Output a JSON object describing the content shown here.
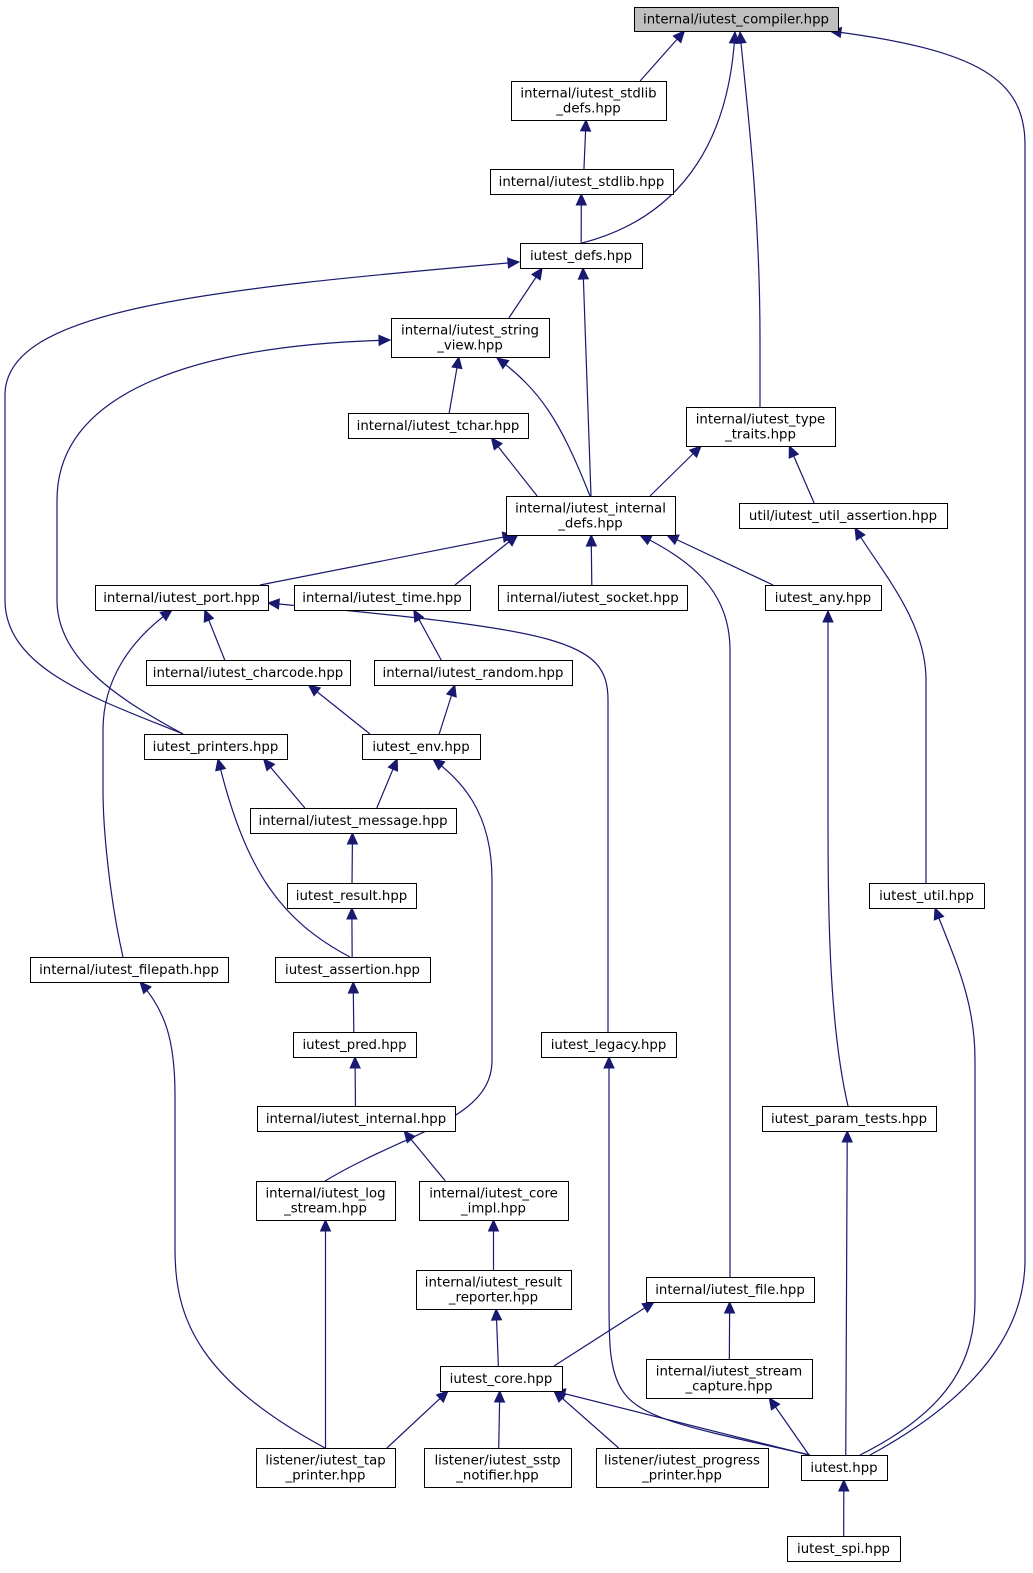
{
  "colors": {
    "edge": "#191970",
    "root_fill": "#bfbfbf",
    "node_fill": "#ffffff",
    "node_border": "#000000"
  },
  "nodes": [
    {
      "id": "compiler",
      "lines": [
        "internal/iutest_compiler.hpp"
      ],
      "highlight": true
    },
    {
      "id": "stdlib_defs",
      "lines": [
        "internal/iutest_stdlib",
        "_defs.hpp"
      ]
    },
    {
      "id": "stdlib",
      "lines": [
        "internal/iutest_stdlib.hpp"
      ]
    },
    {
      "id": "defs",
      "lines": [
        "iutest_defs.hpp"
      ]
    },
    {
      "id": "string_view",
      "lines": [
        "internal/iutest_string",
        "_view.hpp"
      ]
    },
    {
      "id": "tchar",
      "lines": [
        "internal/iutest_tchar.hpp"
      ]
    },
    {
      "id": "type_traits",
      "lines": [
        "internal/iutest_type",
        "_traits.hpp"
      ]
    },
    {
      "id": "internal_defs",
      "lines": [
        "internal/iutest_internal",
        "_defs.hpp"
      ]
    },
    {
      "id": "util_assertion",
      "lines": [
        "util/iutest_util_assertion.hpp"
      ]
    },
    {
      "id": "port",
      "lines": [
        "internal/iutest_port.hpp"
      ]
    },
    {
      "id": "time",
      "lines": [
        "internal/iutest_time.hpp"
      ]
    },
    {
      "id": "socket",
      "lines": [
        "internal/iutest_socket.hpp"
      ]
    },
    {
      "id": "any",
      "lines": [
        "iutest_any.hpp"
      ]
    },
    {
      "id": "charcode",
      "lines": [
        "internal/iutest_charcode.hpp"
      ]
    },
    {
      "id": "random",
      "lines": [
        "internal/iutest_random.hpp"
      ]
    },
    {
      "id": "printers",
      "lines": [
        "iutest_printers.hpp"
      ]
    },
    {
      "id": "env",
      "lines": [
        "iutest_env.hpp"
      ]
    },
    {
      "id": "message",
      "lines": [
        "internal/iutest_message.hpp"
      ]
    },
    {
      "id": "result",
      "lines": [
        "iutest_result.hpp"
      ]
    },
    {
      "id": "util",
      "lines": [
        "iutest_util.hpp"
      ]
    },
    {
      "id": "filepath",
      "lines": [
        "internal/iutest_filepath.hpp"
      ]
    },
    {
      "id": "assertion",
      "lines": [
        "iutest_assertion.hpp"
      ]
    },
    {
      "id": "pred",
      "lines": [
        "iutest_pred.hpp"
      ]
    },
    {
      "id": "legacy",
      "lines": [
        "iutest_legacy.hpp"
      ]
    },
    {
      "id": "internal",
      "lines": [
        "internal/iutest_internal.hpp"
      ]
    },
    {
      "id": "param_tests",
      "lines": [
        "iutest_param_tests.hpp"
      ]
    },
    {
      "id": "log_stream",
      "lines": [
        "internal/iutest_log",
        "_stream.hpp"
      ]
    },
    {
      "id": "core_impl",
      "lines": [
        "internal/iutest_core",
        "_impl.hpp"
      ]
    },
    {
      "id": "result_reporter",
      "lines": [
        "internal/iutest_result",
        "_reporter.hpp"
      ]
    },
    {
      "id": "file",
      "lines": [
        "internal/iutest_file.hpp"
      ]
    },
    {
      "id": "core",
      "lines": [
        "iutest_core.hpp"
      ]
    },
    {
      "id": "stream_capture",
      "lines": [
        "internal/iutest_stream",
        "_capture.hpp"
      ]
    },
    {
      "id": "tap_printer",
      "lines": [
        "listener/iutest_tap",
        "_printer.hpp"
      ]
    },
    {
      "id": "sstp_notifier",
      "lines": [
        "listener/iutest_sstp",
        "_notifier.hpp"
      ]
    },
    {
      "id": "progress_printer",
      "lines": [
        "listener/iutest_progress",
        "_printer.hpp"
      ]
    },
    {
      "id": "iutest",
      "lines": [
        "iutest.hpp"
      ]
    },
    {
      "id": "spi",
      "lines": [
        "iutest_spi.hpp"
      ]
    }
  ],
  "edges": [
    [
      "stdlib_defs",
      "compiler"
    ],
    [
      "defs",
      "compiler"
    ],
    [
      "type_traits",
      "compiler"
    ],
    [
      "iutest",
      "compiler"
    ],
    [
      "stdlib",
      "stdlib_defs"
    ],
    [
      "defs",
      "stdlib"
    ],
    [
      "string_view",
      "defs"
    ],
    [
      "internal_defs",
      "defs"
    ],
    [
      "printers",
      "defs"
    ],
    [
      "tchar",
      "string_view"
    ],
    [
      "internal_defs",
      "string_view"
    ],
    [
      "printers",
      "string_view"
    ],
    [
      "internal_defs",
      "tchar"
    ],
    [
      "internal_defs",
      "type_traits"
    ],
    [
      "util_assertion",
      "type_traits"
    ],
    [
      "port",
      "internal_defs"
    ],
    [
      "time",
      "internal_defs"
    ],
    [
      "socket",
      "internal_defs"
    ],
    [
      "any",
      "internal_defs"
    ],
    [
      "file",
      "internal_defs"
    ],
    [
      "util",
      "util_assertion"
    ],
    [
      "charcode",
      "port"
    ],
    [
      "filepath",
      "port"
    ],
    [
      "legacy",
      "port"
    ],
    [
      "random",
      "time"
    ],
    [
      "param_tests",
      "any"
    ],
    [
      "env",
      "charcode"
    ],
    [
      "env",
      "random"
    ],
    [
      "message",
      "printers"
    ],
    [
      "assertion",
      "printers"
    ],
    [
      "message",
      "env"
    ],
    [
      "log_stream",
      "env"
    ],
    [
      "result",
      "message"
    ],
    [
      "assertion",
      "result"
    ],
    [
      "iutest",
      "util"
    ],
    [
      "tap_printer",
      "filepath"
    ],
    [
      "pred",
      "assertion"
    ],
    [
      "iutest",
      "legacy"
    ],
    [
      "internal",
      "pred"
    ],
    [
      "core_impl",
      "internal"
    ],
    [
      "iutest",
      "param_tests"
    ],
    [
      "tap_printer",
      "log_stream"
    ],
    [
      "result_reporter",
      "core_impl"
    ],
    [
      "core",
      "result_reporter"
    ],
    [
      "core",
      "file"
    ],
    [
      "stream_capture",
      "file"
    ],
    [
      "tap_printer",
      "core"
    ],
    [
      "sstp_notifier",
      "core"
    ],
    [
      "progress_printer",
      "core"
    ],
    [
      "iutest",
      "core"
    ],
    [
      "iutest",
      "stream_capture"
    ],
    [
      "spi",
      "iutest"
    ]
  ]
}
